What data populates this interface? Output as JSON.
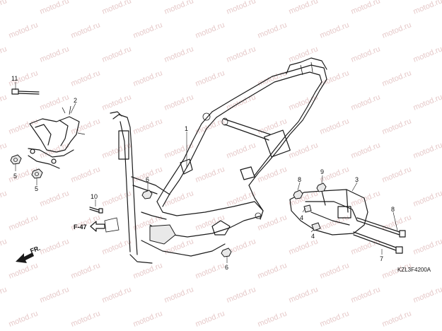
{
  "watermark": "motod.ru",
  "diagram_code": "KZL3F4200A",
  "direction_label": "FR.",
  "reference_label": "F-47",
  "callouts": {
    "p1": "1",
    "p2": "2",
    "p3": "3",
    "p4a": "4",
    "p4b": "4",
    "p5a": "5",
    "p5b": "5",
    "p6a": "6",
    "p6b": "6",
    "p7": "7",
    "p8a": "8",
    "p8b": "8",
    "p9": "9",
    "p10": "10",
    "p11": "11"
  },
  "colors": {
    "ink": "#1a1a1a",
    "watermark": "#e6c9c9",
    "background": "#ffffff"
  }
}
